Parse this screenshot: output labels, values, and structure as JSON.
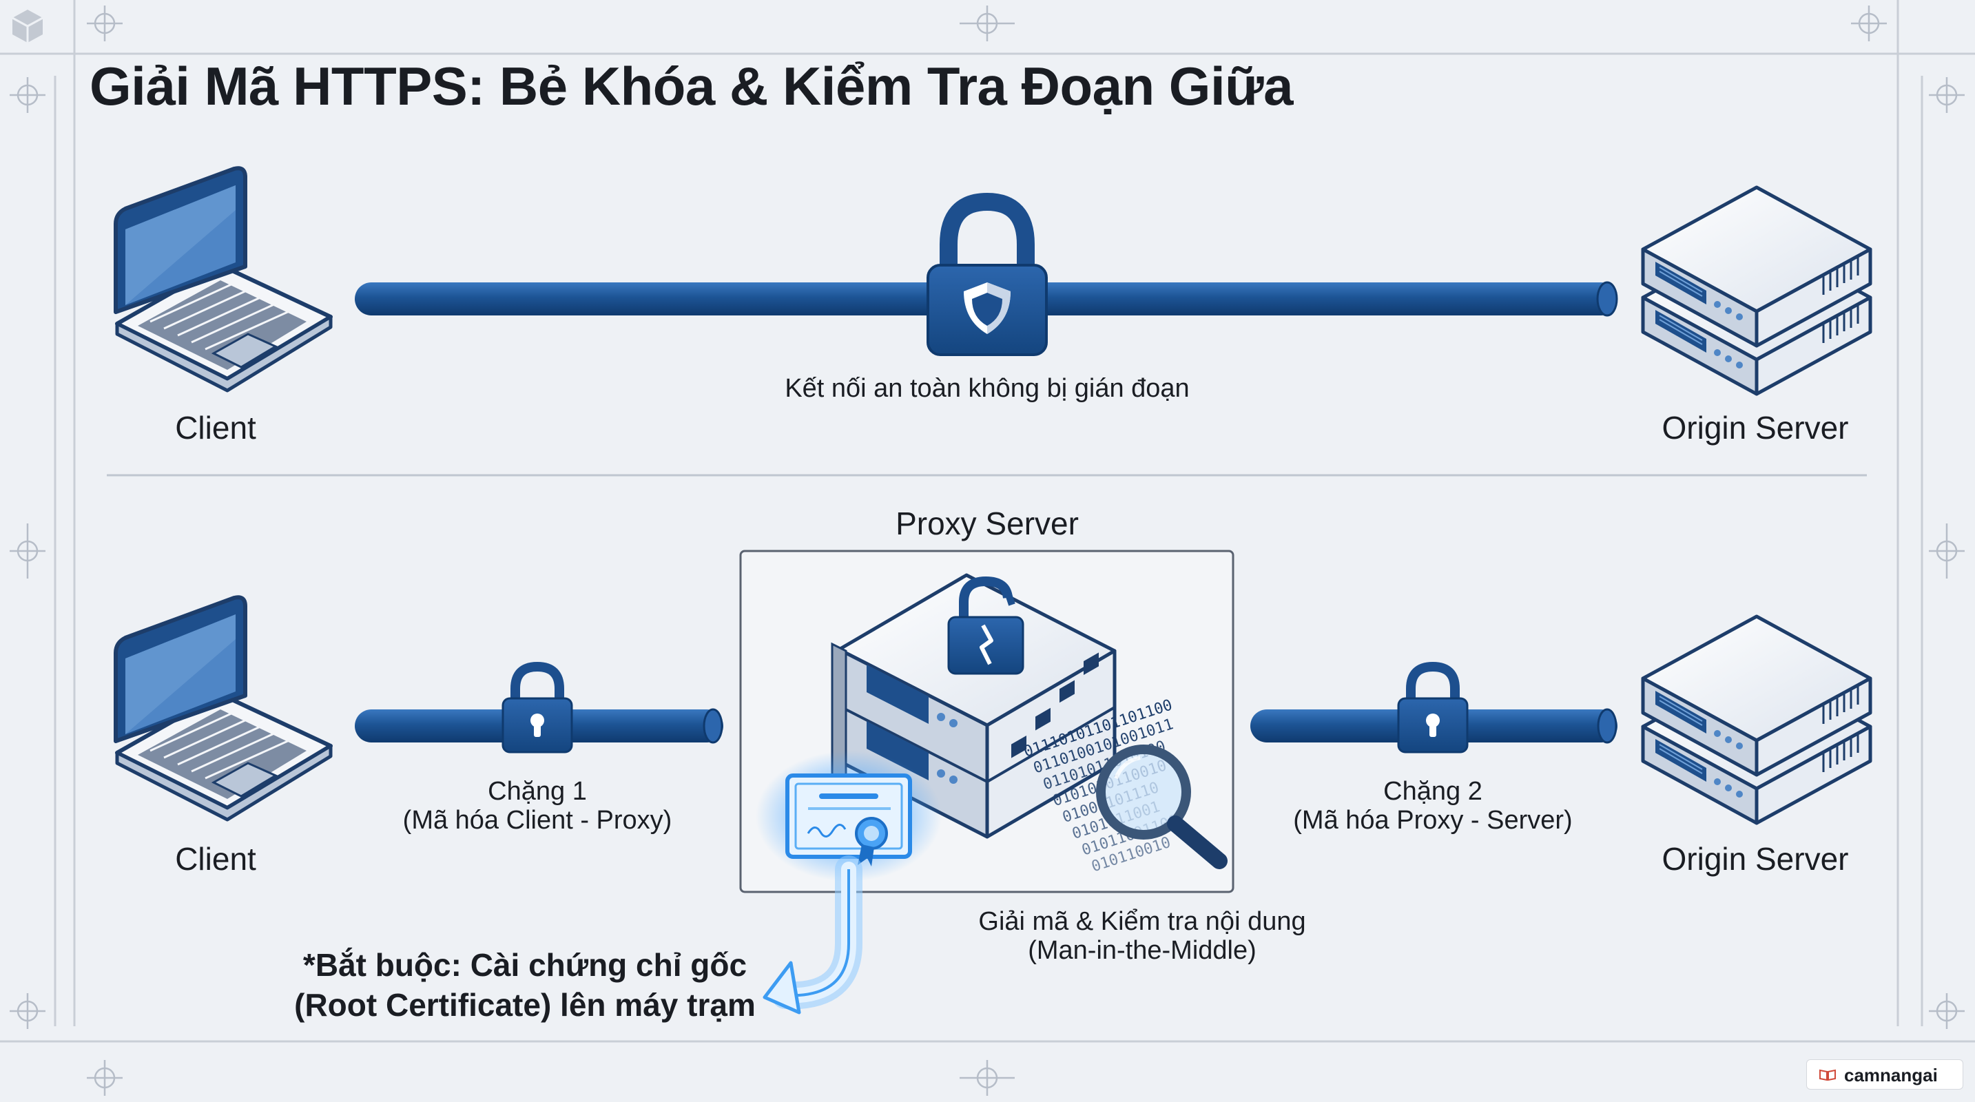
{
  "title": "Giải Mã HTTPS: Bẻ Khóa & Kiểm Tra Đoạn Giữa",
  "top_flow": {
    "client_label": "Client",
    "server_label": "Origin Server",
    "caption": "Kết nối an toàn không bị gián đoạn"
  },
  "bottom_flow": {
    "client_label": "Client",
    "server_label": "Origin Server",
    "proxy_label": "Proxy Server",
    "leg1_title": "Chặng 1",
    "leg1_desc": "(Mã hóa Client - Proxy)",
    "leg2_title": "Chặng 2",
    "leg2_desc": "(Mã hóa Proxy - Server)",
    "inspect_title": "Giải mã & Kiểm tra nội dung",
    "inspect_desc": "(Man-in-the-Middle)",
    "note_line1": "*Bắt buộc: Cài chứng chỉ gốc",
    "note_line2": "(Root Certificate) lên máy trạm",
    "binary_rows": [
      "01110101101101100",
      "0110100101001011",
      "01101011010100",
      "0101010110010",
      "01001101110",
      "0101011001",
      "01011001100",
      "010110010"
    ]
  },
  "watermark": "camnangai",
  "icons": [
    "laptop-icon",
    "server-icon",
    "padlock-shield-icon",
    "padlock-icon",
    "broken-padlock-icon",
    "certificate-icon",
    "magnifier-icon"
  ],
  "colors": {
    "pipe": "#1d5495",
    "pipe_dark": "#0f3d73",
    "cert_glow": "#3aa0ff",
    "background": "#eef1f5"
  }
}
